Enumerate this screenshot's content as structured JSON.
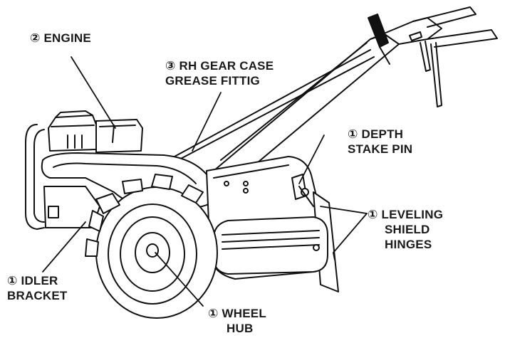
{
  "diagram": {
    "line_color": "#111111",
    "background": "#ffffff",
    "labels": {
      "engine": {
        "line1": "② ENGINE"
      },
      "gear_case": {
        "line1": "③ RH GEAR CASE",
        "line2": "GREASE FITTIG"
      },
      "depth_stake": {
        "line1": "① DEPTH",
        "line2": "STAKE PIN"
      },
      "leveling_shield": {
        "line1": "① LEVELING",
        "line2": "SHIELD",
        "line3": "HINGES"
      },
      "idler_bracket": {
        "line1": "① IDLER",
        "line2": "BRACKET"
      },
      "wheel_hub": {
        "line1": "① WHEEL",
        "line2": "HUB"
      }
    }
  }
}
